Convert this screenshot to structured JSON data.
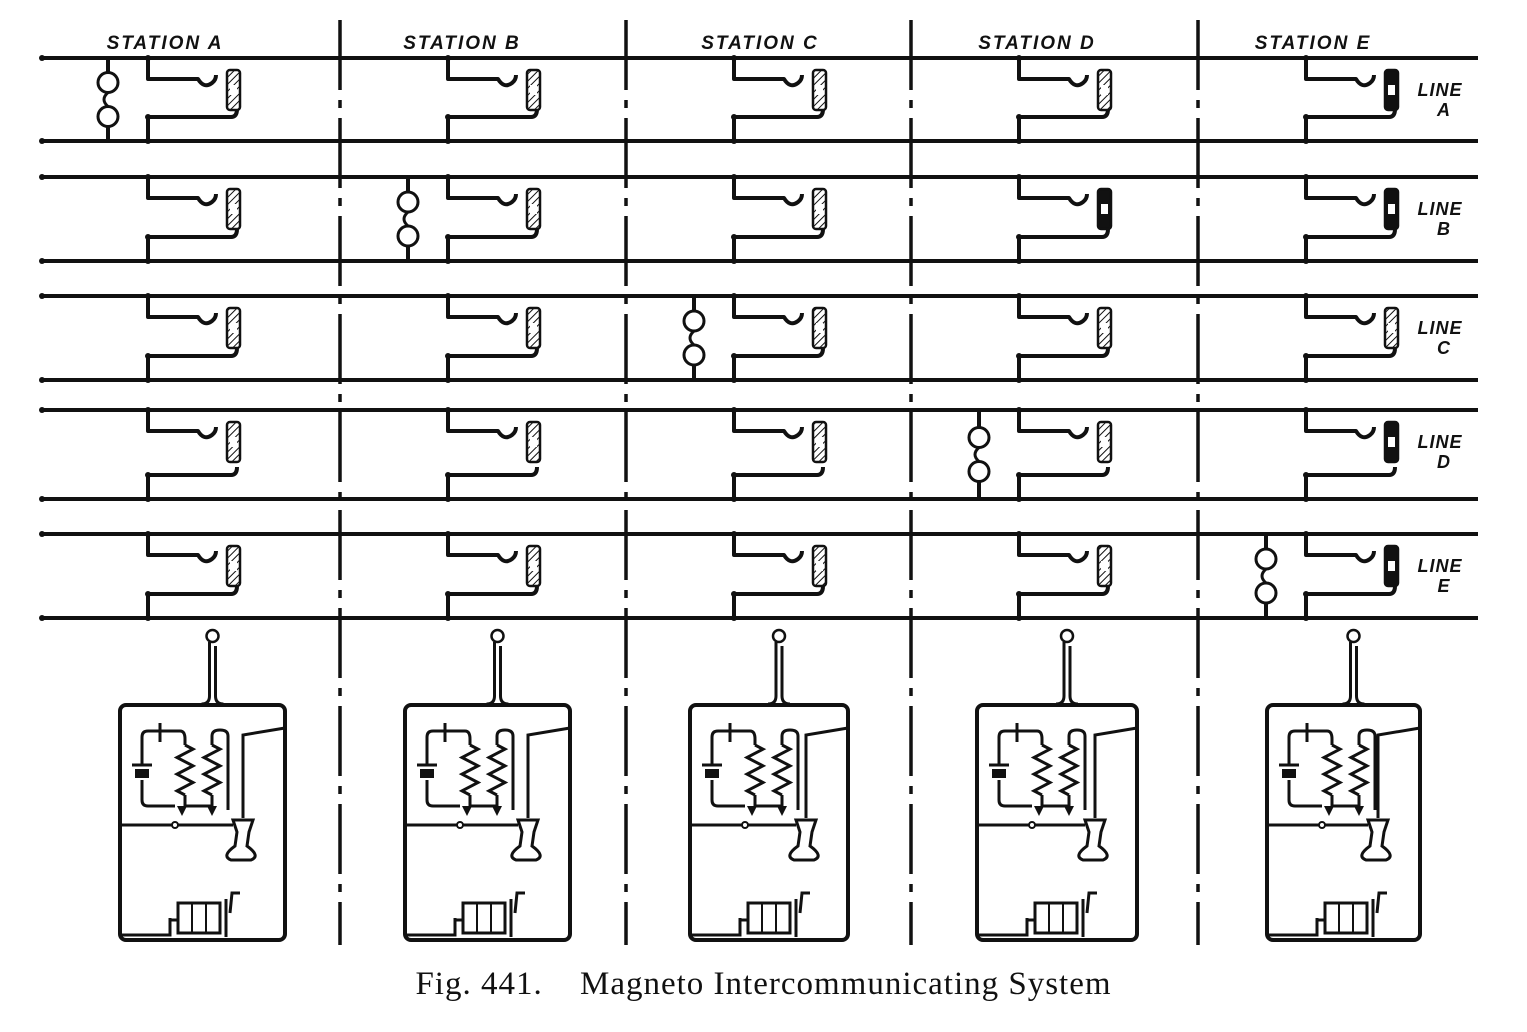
{
  "figure": {
    "number_label": "Fig. 441.",
    "title": "Magneto Intercommunicating System"
  },
  "stations": [
    {
      "label": "STATION  A",
      "home_line": "A"
    },
    {
      "label": "STATION  B",
      "home_line": "B"
    },
    {
      "label": "STATION  C",
      "home_line": "C"
    },
    {
      "label": "STATION  D",
      "home_line": "D"
    },
    {
      "label": "STATION E",
      "home_line": "E"
    }
  ],
  "lines": [
    {
      "id": "A",
      "label_top": "LINE",
      "label_bottom": "A"
    },
    {
      "id": "B",
      "label_top": "LINE",
      "label_bottom": "B"
    },
    {
      "id": "C",
      "label_top": "LINE",
      "label_bottom": "C"
    },
    {
      "id": "D",
      "label_top": "LINE",
      "label_bottom": "D"
    },
    {
      "id": "E",
      "label_top": "LINE",
      "label_bottom": "E"
    }
  ],
  "components": {
    "jack": "jack-icon",
    "plug": "plug-icon",
    "ringer": "ringer-bell-icon",
    "telephone_set": "magneto-telephone-set-icon",
    "battery": "battery-icon",
    "induction_coil": "induction-coil-icon",
    "receiver": "receiver-icon",
    "magneto_generator": "magneto-generator-icon",
    "hook": "switch-hook-icon"
  },
  "colors": {
    "ink": "#111111",
    "paper": "#ffffff"
  }
}
